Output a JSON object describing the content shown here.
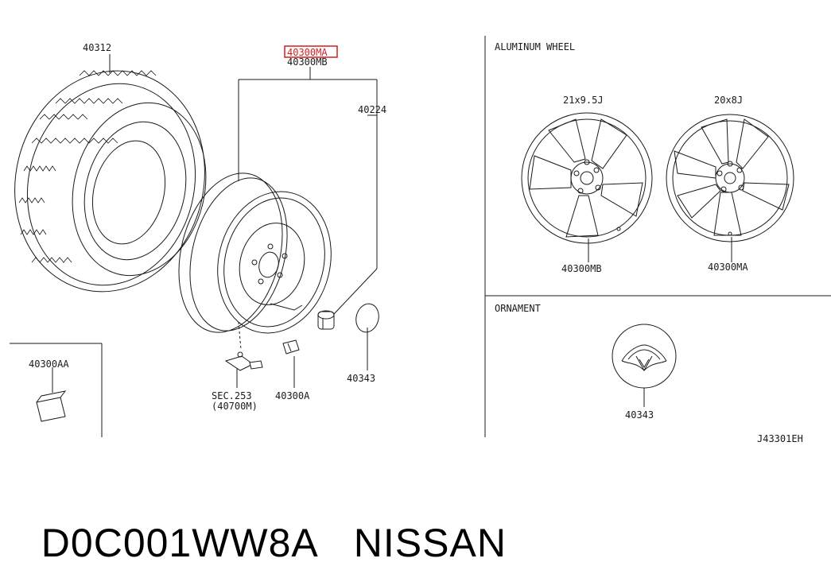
{
  "parts": {
    "tire": "40312",
    "wheel_assy_highlight": "40300MA",
    "wheel_assy": "40300MB",
    "nut": "40224",
    "weight_kit": "40300AA",
    "valve_sec": "SEC.253",
    "valve_ref": "(40700M)",
    "balance_weight": "40300A",
    "cap": "40343"
  },
  "sections": {
    "aluminum": {
      "title": "ALUMINUM WHEEL",
      "wheel1_size": "21x9.5J",
      "wheel1_part": "40300MB",
      "wheel2_size": "20x8J",
      "wheel2_part": "40300MA"
    },
    "ornament": {
      "title": "ORNAMENT",
      "part": "40343"
    }
  },
  "diagram_code": "J43301EH",
  "footer": {
    "part_number": "D0C001WW8A",
    "brand": "NISSAN"
  },
  "colors": {
    "highlight": "#d41f1f",
    "ink": "#1a1a1a"
  }
}
